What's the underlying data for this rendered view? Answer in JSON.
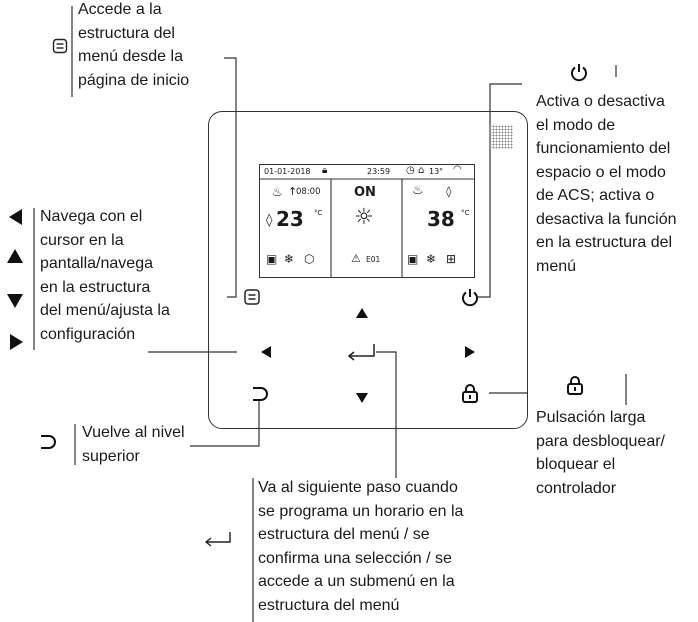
{
  "annotations": {
    "menu": [
      "Accede a la",
      "estructura del",
      "menú desde la",
      "página de inicio"
    ],
    "power": [
      "Activa o desactiva",
      "el modo de",
      "funcionamiento del",
      "espacio o el modo",
      "de ACS; activa o",
      "desactiva la función",
      "en la estructura del",
      "menú"
    ],
    "navigate": [
      "Navega con el",
      "cursor en la",
      "pantalla/navega",
      "en la estructura",
      "del menú/ajusta la",
      "configuración"
    ],
    "back": [
      "Vuelve al nivel",
      "superior"
    ],
    "unlock": [
      "Pulsación larga",
      "para desbloquear/",
      "bloquear el",
      "controlador"
    ],
    "enter": [
      "Va al siguiente paso cuando",
      "se programa un horario en la",
      "estructura del menú / se",
      "confirma una selección / se",
      "accede a un submenú en la",
      "estructura del menú"
    ]
  },
  "screen": {
    "date": "01-01-2018",
    "time": "23:59",
    "outdoor_temp": "13°",
    "schedule_time": "08:00",
    "left_temp": "23",
    "left_unit": "°C",
    "status": "ON",
    "error_code": "E01",
    "right_temp": "38",
    "right_unit": "°C"
  },
  "icons": [
    "menu-icon",
    "power-icon",
    "nav-left-icon",
    "nav-up-icon",
    "nav-down-icon",
    "nav-right-icon",
    "back-icon",
    "enter-icon",
    "unlock-icon"
  ]
}
